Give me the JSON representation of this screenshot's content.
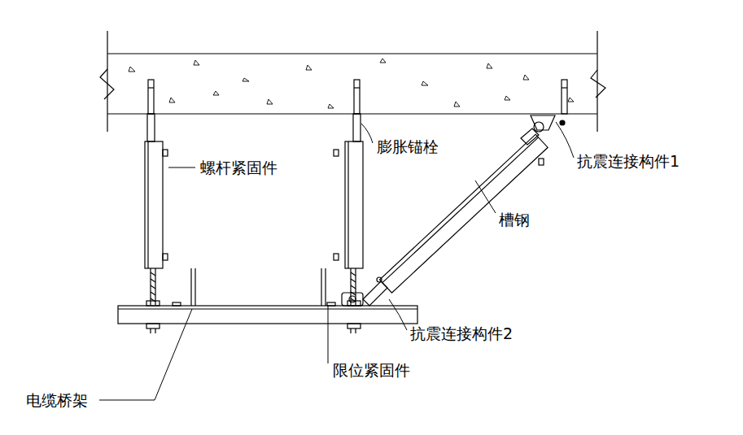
{
  "diagram": {
    "labels": [
      "螺杆紧固件",
      "膨胀锚栓",
      "抗震连接构件1",
      "槽钢",
      "抗震连接构件2",
      "限位紧固件",
      "电缆桥架"
    ]
  }
}
